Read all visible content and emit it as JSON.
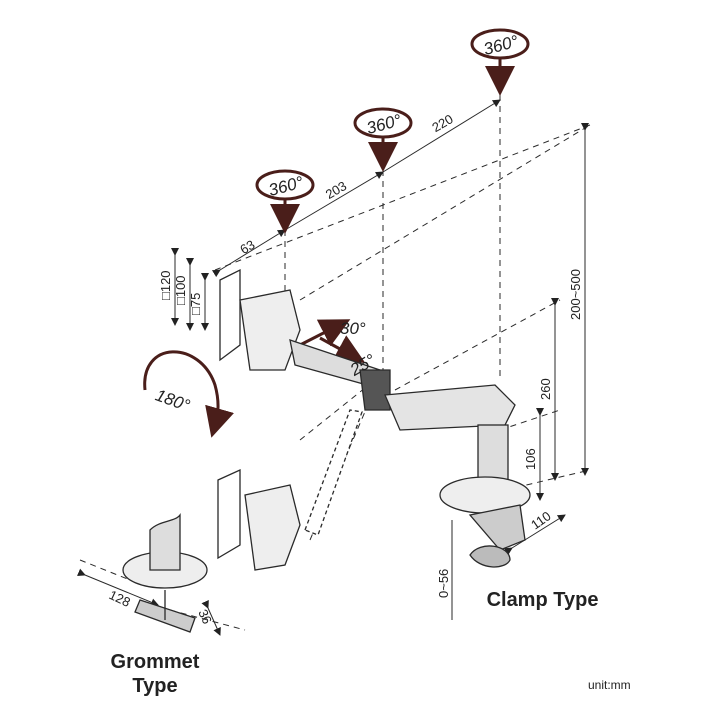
{
  "rotations": {
    "pivot_1": "360°",
    "pivot_2": "360°",
    "pivot_3": "360°",
    "swivel": "180°",
    "tilt_up": "30°",
    "tilt_down": "25°"
  },
  "dimensions": {
    "arm_1": "203",
    "arm_2": "220",
    "head_offset": "63",
    "vesa_1": "□120",
    "vesa_2": "□100",
    "vesa_3": "□75",
    "height_range": "200~500",
    "height_arm": "260",
    "pole_height": "106",
    "base_depth": "110",
    "clamp_range": "0~56",
    "grommet_width": "128",
    "grommet_plate": "36"
  },
  "captions": {
    "clamp": "Clamp Type",
    "grommet_line1": "Grommet",
    "grommet_line2": "Type",
    "unit": "unit:mm"
  },
  "colors": {
    "line": "#2a2a2a",
    "arrow": "#4a1e1a"
  }
}
